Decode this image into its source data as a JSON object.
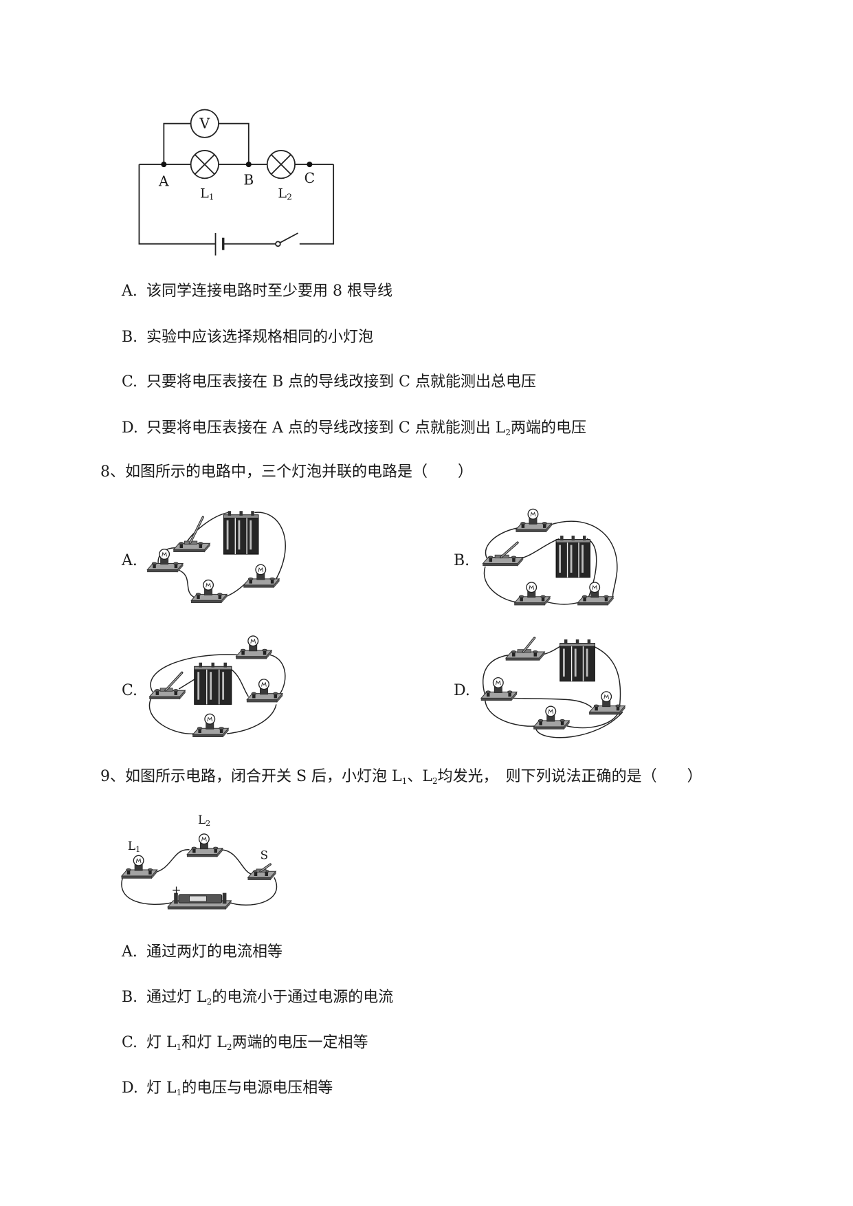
{
  "q7": {
    "diagram": {
      "voltmeter_label": "V",
      "point_a": "A",
      "point_b": "B",
      "point_c": "C",
      "lamp1_letter": "L",
      "lamp1_sub": "1",
      "lamp2_letter": "L",
      "lamp2_sub": "2"
    },
    "options": [
      {
        "letter": "A.",
        "text": "该同学连接电路时至少要用 8 根导线"
      },
      {
        "letter": "B.",
        "text": "实验中应该选择规格相同的小灯泡"
      },
      {
        "letter": "C.",
        "text": "只要将电压表接在 B 点的导线改接到 C 点就能测出总电压"
      },
      {
        "letter": "D.",
        "text": "只要将电压表接在 A 点的导线改接到 C 点就能测出 L",
        "sub": "2",
        "text_after": "两端的电压"
      }
    ]
  },
  "q8": {
    "number": "8、",
    "stem": "如图所示的电路中，三个灯泡并联的电路是（　　）",
    "options": [
      {
        "letter": "A."
      },
      {
        "letter": "B."
      },
      {
        "letter": "C."
      },
      {
        "letter": "D."
      }
    ]
  },
  "q9": {
    "number": "9、",
    "stem_1": "如图所示电路，闭合开关 S 后，小灯泡 L",
    "sub_1": "1",
    "stem_2": "、L",
    "sub_2": "2",
    "stem_3": "均发光，　则下列说法正确的是（　　）",
    "diagram": {
      "lamp1_letter": "L",
      "lamp1_sub": "1",
      "lamp2_letter": "L",
      "lamp2_sub": "2",
      "switch_label": "S",
      "positive_label": "+"
    },
    "options": [
      {
        "letter": "A.",
        "text_1": "通过两灯的电流相等"
      },
      {
        "letter": "B.",
        "text_1": "通过灯 L",
        "sub_1": "2",
        "text_2": "的电流小于通过电源的电流"
      },
      {
        "letter": "C.",
        "text_1": "灯 L",
        "sub_1": "1",
        "text_2": "和灯 L",
        "sub_2": "2",
        "text_3": "两端的电压一定相等"
      },
      {
        "letter": "D.",
        "text_1": "灯 L",
        "sub_1": "1",
        "text_2": "的电压与电源电压相等"
      }
    ]
  }
}
